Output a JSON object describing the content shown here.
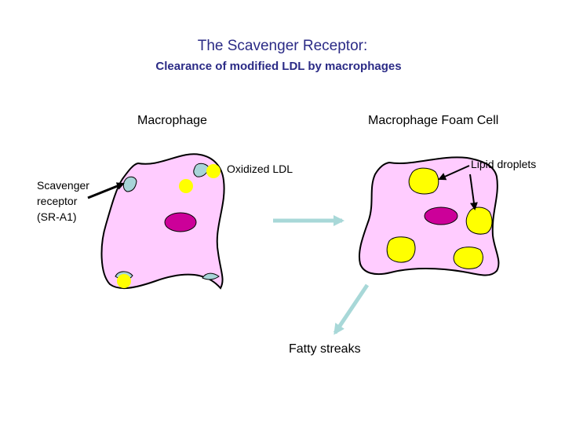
{
  "title": "The Scavenger Receptor:",
  "subtitle": "Clearance of modified LDL by macrophages",
  "labels": {
    "macrophage": "Macrophage",
    "foam_cell": "Macrophage Foam Cell",
    "oxidized_ldl": "Oxidized LDL",
    "lipid_droplets": "Lipid droplets",
    "scavenger_receptor": [
      "Scavenger",
      "receptor",
      "(SR-A1)"
    ],
    "fatty_streaks": "Fatty streaks"
  },
  "colors": {
    "cell_fill": "#ffccff",
    "nucleus": "#cc0099",
    "receptor": "#a8d4d8",
    "ldl": "#ffff00",
    "process_arrow": "#a8d8d8",
    "title": "#2b2b86"
  }
}
